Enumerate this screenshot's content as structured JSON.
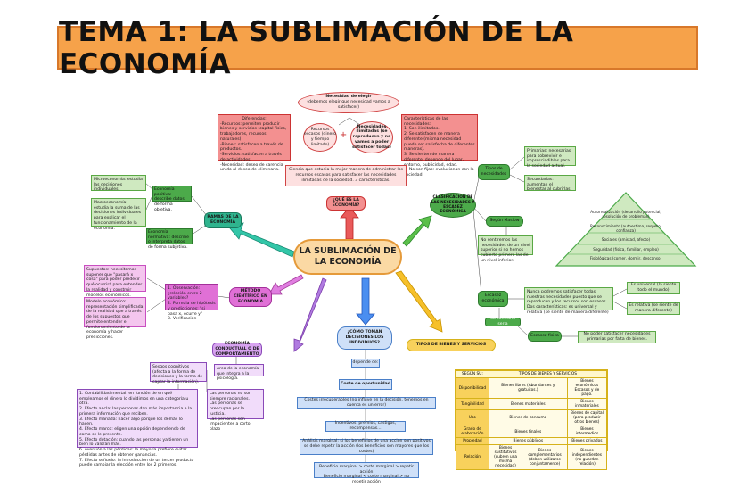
{
  "title": "TEMA 1: LA SUBLIMACIÓN DE LA ECONOMÍA",
  "center": "LA SUBLIMACIÓN DE LA ECONOMÍA",
  "top": {
    "need_title": "Necesidad de elegir",
    "need_sub": "(debemos elegir que necesidad vamos a satisfacer)",
    "resources": "Recursos escasos (dinero y tiempo limitado)",
    "needs": "Necesidades ilimitadas (se reproducen y no vamos a poder satisfacer todas)",
    "diff_title": "Diferencias:",
    "diff_lines": [
      "-Recursos: permiten producir bienes y servicios (capital físico, trabajadores, recursos naturales)",
      "-Bienes: satisfacen a través de productos.",
      "-Servicios: satisfacen a través de actividades.",
      "-Necesidad: deseo de carencia unido al deseo de eliminarla."
    ],
    "char_title": "Características de las necesidades:",
    "char_lines": [
      "1. Son ilimitados.",
      "2. Se satisfacen de manera diferente (misma necesidad puede ser satisfecha de diferentes maneras).",
      "3. Se sienten de manera diferente: depende del lugar, entorno, publicidad, edad.",
      "4. No son fijas: evolucionan con la sociedad."
    ],
    "definition": "Ciencia que estudia la mejor manera de administrar los recursos escasos para satisfacer las necesidades ilimitadas de la sociedad. 3 características.",
    "question": "¿QUÉ ES LA ECONOMÍA?"
  },
  "left": {
    "ramas": "RAMAS DE LA ECONOMÍA",
    "micro": "Microeconomía: estudia las decisiones individuales.",
    "macro": "Macroeconomía: estudia la suma de las decisiones individuales para explicar el funcionamiento de la economía.",
    "positiva": "Economía positiva: describe datos de forma objetiva.",
    "normativa": "Economía normativa: describe o interpreta datos de forma subjetiva.",
    "metodo": "MÉTODO CIENTÍFICO EN ECONOMÍA",
    "pasos": [
      "1. Observación: ¿relación entre 2 variables?",
      "2. Formula de hipótesis y predicciones: \"si pasa x, ocurre y\"",
      "3. Verificación"
    ],
    "supuestos": "Supuestos: necesitamos suponer que \"pasará x cosa\" para poder predecir qué ocurrirá para entender la realidad y construir modelos económicos.",
    "modelo": "Modelo económico: representación simplificada de la realidad que a través de los supuestos que permite entender el funcionamiento de la economía y hacer predicciones.",
    "conducta": "ECONOMÍA CONDUCTUAL O DE COMPORTAMIENTO",
    "sesgos": "Sesgos cognitivos (afecta a la forma de decisiones y la forma de captar la información).",
    "area": "Área de la economía que integra a la psicología.",
    "conducta_list": [
      "1. Contabilidad mental: en función de en qué empleamos el dinero lo dividimos en una categoría u otra.",
      "2. Efecto ancla: las personas dan más importancia a la primera información que reciben.",
      "3. Efecto manada: hacer algo porque los demás lo hacen.",
      "4. Efecto marco: eligen una opción dependiendo de como se le presente.",
      "5. Efecto dotación: cuando las personas ya tienen un bien lo valoran más.",
      "6. Aversión a las pérdidas: la mayoría prefiere evitar pérdidas antes de obtener ganancias.",
      "7. Efecto señuelo: la introducción de un tercer producto puede cambiar la elección entre los 2 primeros."
    ],
    "noracional": [
      "Las personas no son siempre racionales.",
      "Las personas se preocupan por la justicia.",
      "Las personas son impacientes a corto plazo"
    ]
  },
  "bottom": {
    "como": "¿CÓMO TOMAN DECISIONES LOS INDIVIDUOS?",
    "depende": "depende de:",
    "coste_op": "Coste de oportunidad",
    "irrecuperables": "Costes irrecuperables (no influye en la decisión, tenemos en cuenta es un error)",
    "incentivos": "Incentivos: premios, castigos, recompensas...",
    "marginal": "Análisis marginal: si los beneficios de una acción son positivos se debe repetir la acción (los beneficios son mayores que los costes)",
    "regla1": "Beneficio marginal > coste marginal > repetir acción",
    "regla2": "Beneficio marginal < coste marginal > no repetir acción"
  },
  "right": {
    "clasif": "CLASIFICACIÓN DE LAS NECESIDADES Y ESCASEZ ECONÓMICA",
    "tipos": "Tipos de necesidades",
    "primarias": "Primarias: necesarias para sobrevivir e imprescindibles para la sociedad actual.",
    "secundarias": "Secundarias: aumentan el bienestar al cubrirlas.",
    "maslow": "Según Maslow",
    "maslow_desc": "No sentiremos las necesidades de un nivel superior si no hemos cubierto primero las de un nivel inferior.",
    "pyramid": [
      "Autorrealización (desarrollo potencial, resolución de problemas)",
      "Reconocimiento (autoestima, respeto, confianza)",
      "Sociales (amistad, afecto)",
      "Seguridad (física, familiar, empleo)",
      "Fisiológicas (comer, dormir, descanso)"
    ],
    "escasez": "Escasez económica",
    "escasez_desc": "Nunca podremos satisfacer todas nuestras necesidades puesto que se reproducen y los recursos son escasos. Dos características: es universal y relativa (se siente de manera diferente)",
    "universal": "Es universal (la siente todo el mundo)",
    "relativa": "Es relativa (se siente de manera diferente)",
    "contrario": "Su contrario sería",
    "fisica": "Escasez física",
    "fisica_desc": "No poder satisfacer necesidades primarias por falta de bienes."
  },
  "tipos_bienes": {
    "label": "TIPOS DE BIENES Y SERVICIOS",
    "header": [
      "SEGÚN SU:",
      "TIPOS DE BIENES Y SERVICIOS"
    ],
    "rows": [
      {
        "k": "Disponibilidad",
        "a": "Bienes libres (Abundantes y gratuitos.)",
        "b": "Bienes económicos Escasos y de pago."
      },
      {
        "k": "Tangibilidad",
        "a": "Bienes materiales",
        "b": "Bienes inmateriales"
      },
      {
        "k": "Uso",
        "a": "Bienes de consumo",
        "b": "Bienes de capital (para producir otros bienes)"
      },
      {
        "k": "Grado de elaboración",
        "a": "Bienes finales",
        "b": "Bienes intermedios"
      },
      {
        "k": "Propiedad",
        "a": "Bienes públicos",
        "b": "Bienes privados"
      },
      {
        "k": "Relación",
        "a": "Bienes sustitutivos (cubren una misma necesidad)",
        "a2": "Bienes complementarios (deben utilizarse conjuntamente)",
        "b": "Bienes independientes (no guardan relación)"
      }
    ]
  }
}
